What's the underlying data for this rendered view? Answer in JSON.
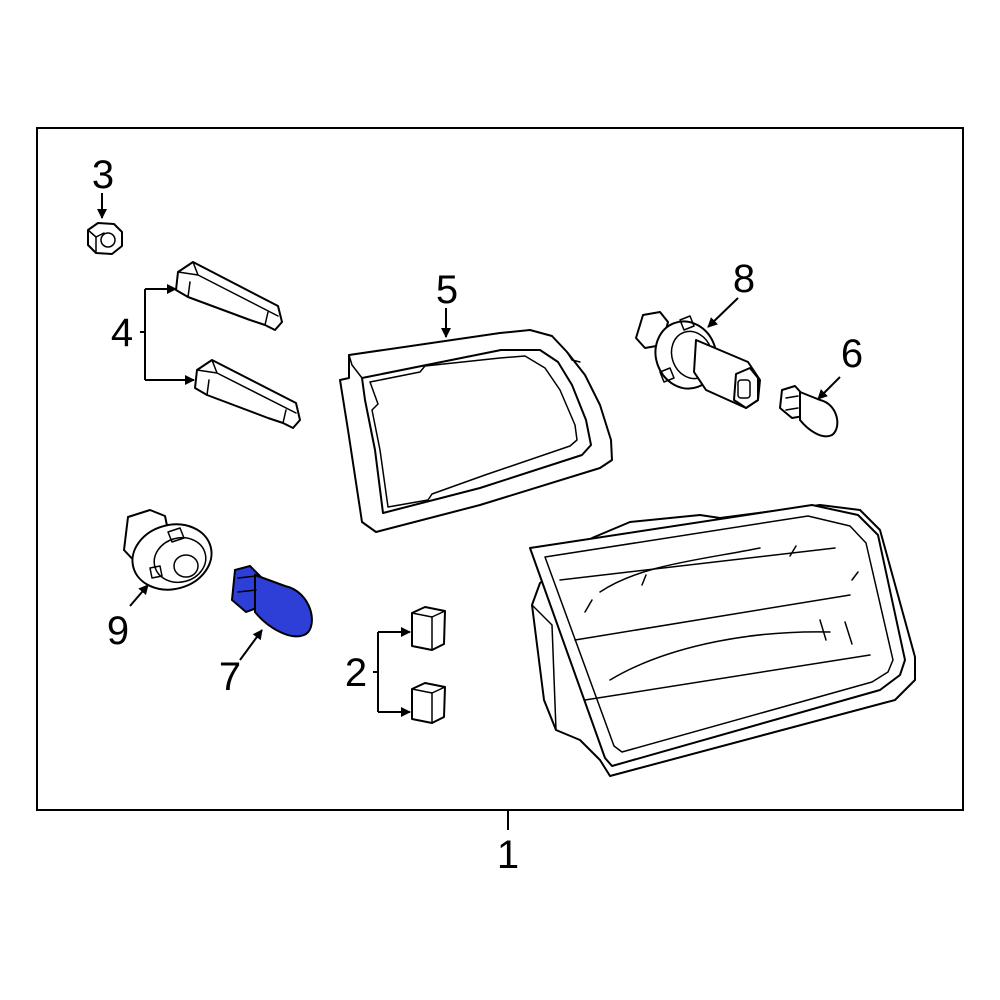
{
  "callouts": {
    "c1": "1",
    "c2": "2",
    "c3": "3",
    "c4": "4",
    "c5": "5",
    "c6": "6",
    "c7": "7",
    "c8": "8",
    "c9": "9"
  },
  "colors": {
    "highlight": "#2d3fd6",
    "line": "#000000",
    "background": "#ffffff"
  }
}
